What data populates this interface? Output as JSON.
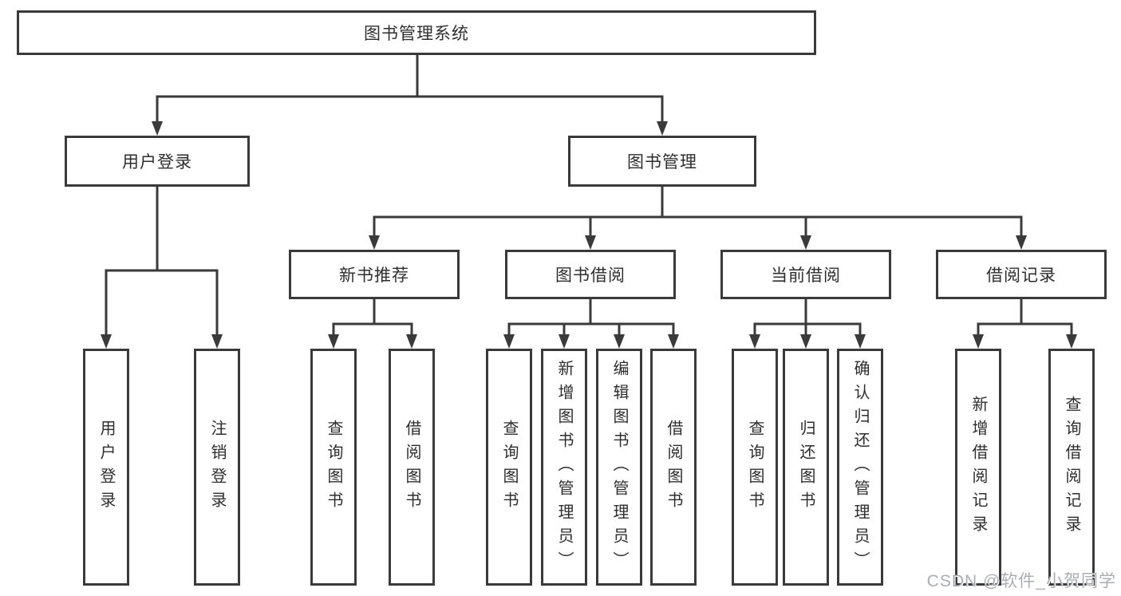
{
  "colors": {
    "background": "#ffffff",
    "box_border": "#3a3a3a",
    "connector": "#3a3a3a",
    "text": "#2e2e2e",
    "watermark": "#a9aeb4"
  },
  "watermark": {
    "text": "CSDN @软件_小贺同学"
  },
  "diagram": {
    "root": {
      "label": "图书管理系统"
    },
    "branches": [
      {
        "label": "用户登录",
        "children": [
          {
            "label": "用户登录"
          },
          {
            "label": "注销登录"
          }
        ]
      },
      {
        "label": "图书管理",
        "children": [
          {
            "label": "新书推荐",
            "children": [
              {
                "label": "查询图书"
              },
              {
                "label": "借阅图书"
              }
            ]
          },
          {
            "label": "图书借阅",
            "children": [
              {
                "label": "查询图书"
              },
              {
                "label": "新增图书（管理员）"
              },
              {
                "label": "编辑图书（管理员）"
              },
              {
                "label": "借阅图书"
              }
            ]
          },
          {
            "label": "当前借阅",
            "children": [
              {
                "label": "查询图书"
              },
              {
                "label": "归还图书"
              },
              {
                "label": "确认归还（管理员）"
              }
            ]
          },
          {
            "label": "借阅记录",
            "children": [
              {
                "label": "新增借阅记录"
              },
              {
                "label": "查询借阅记录"
              }
            ]
          }
        ]
      }
    ]
  }
}
